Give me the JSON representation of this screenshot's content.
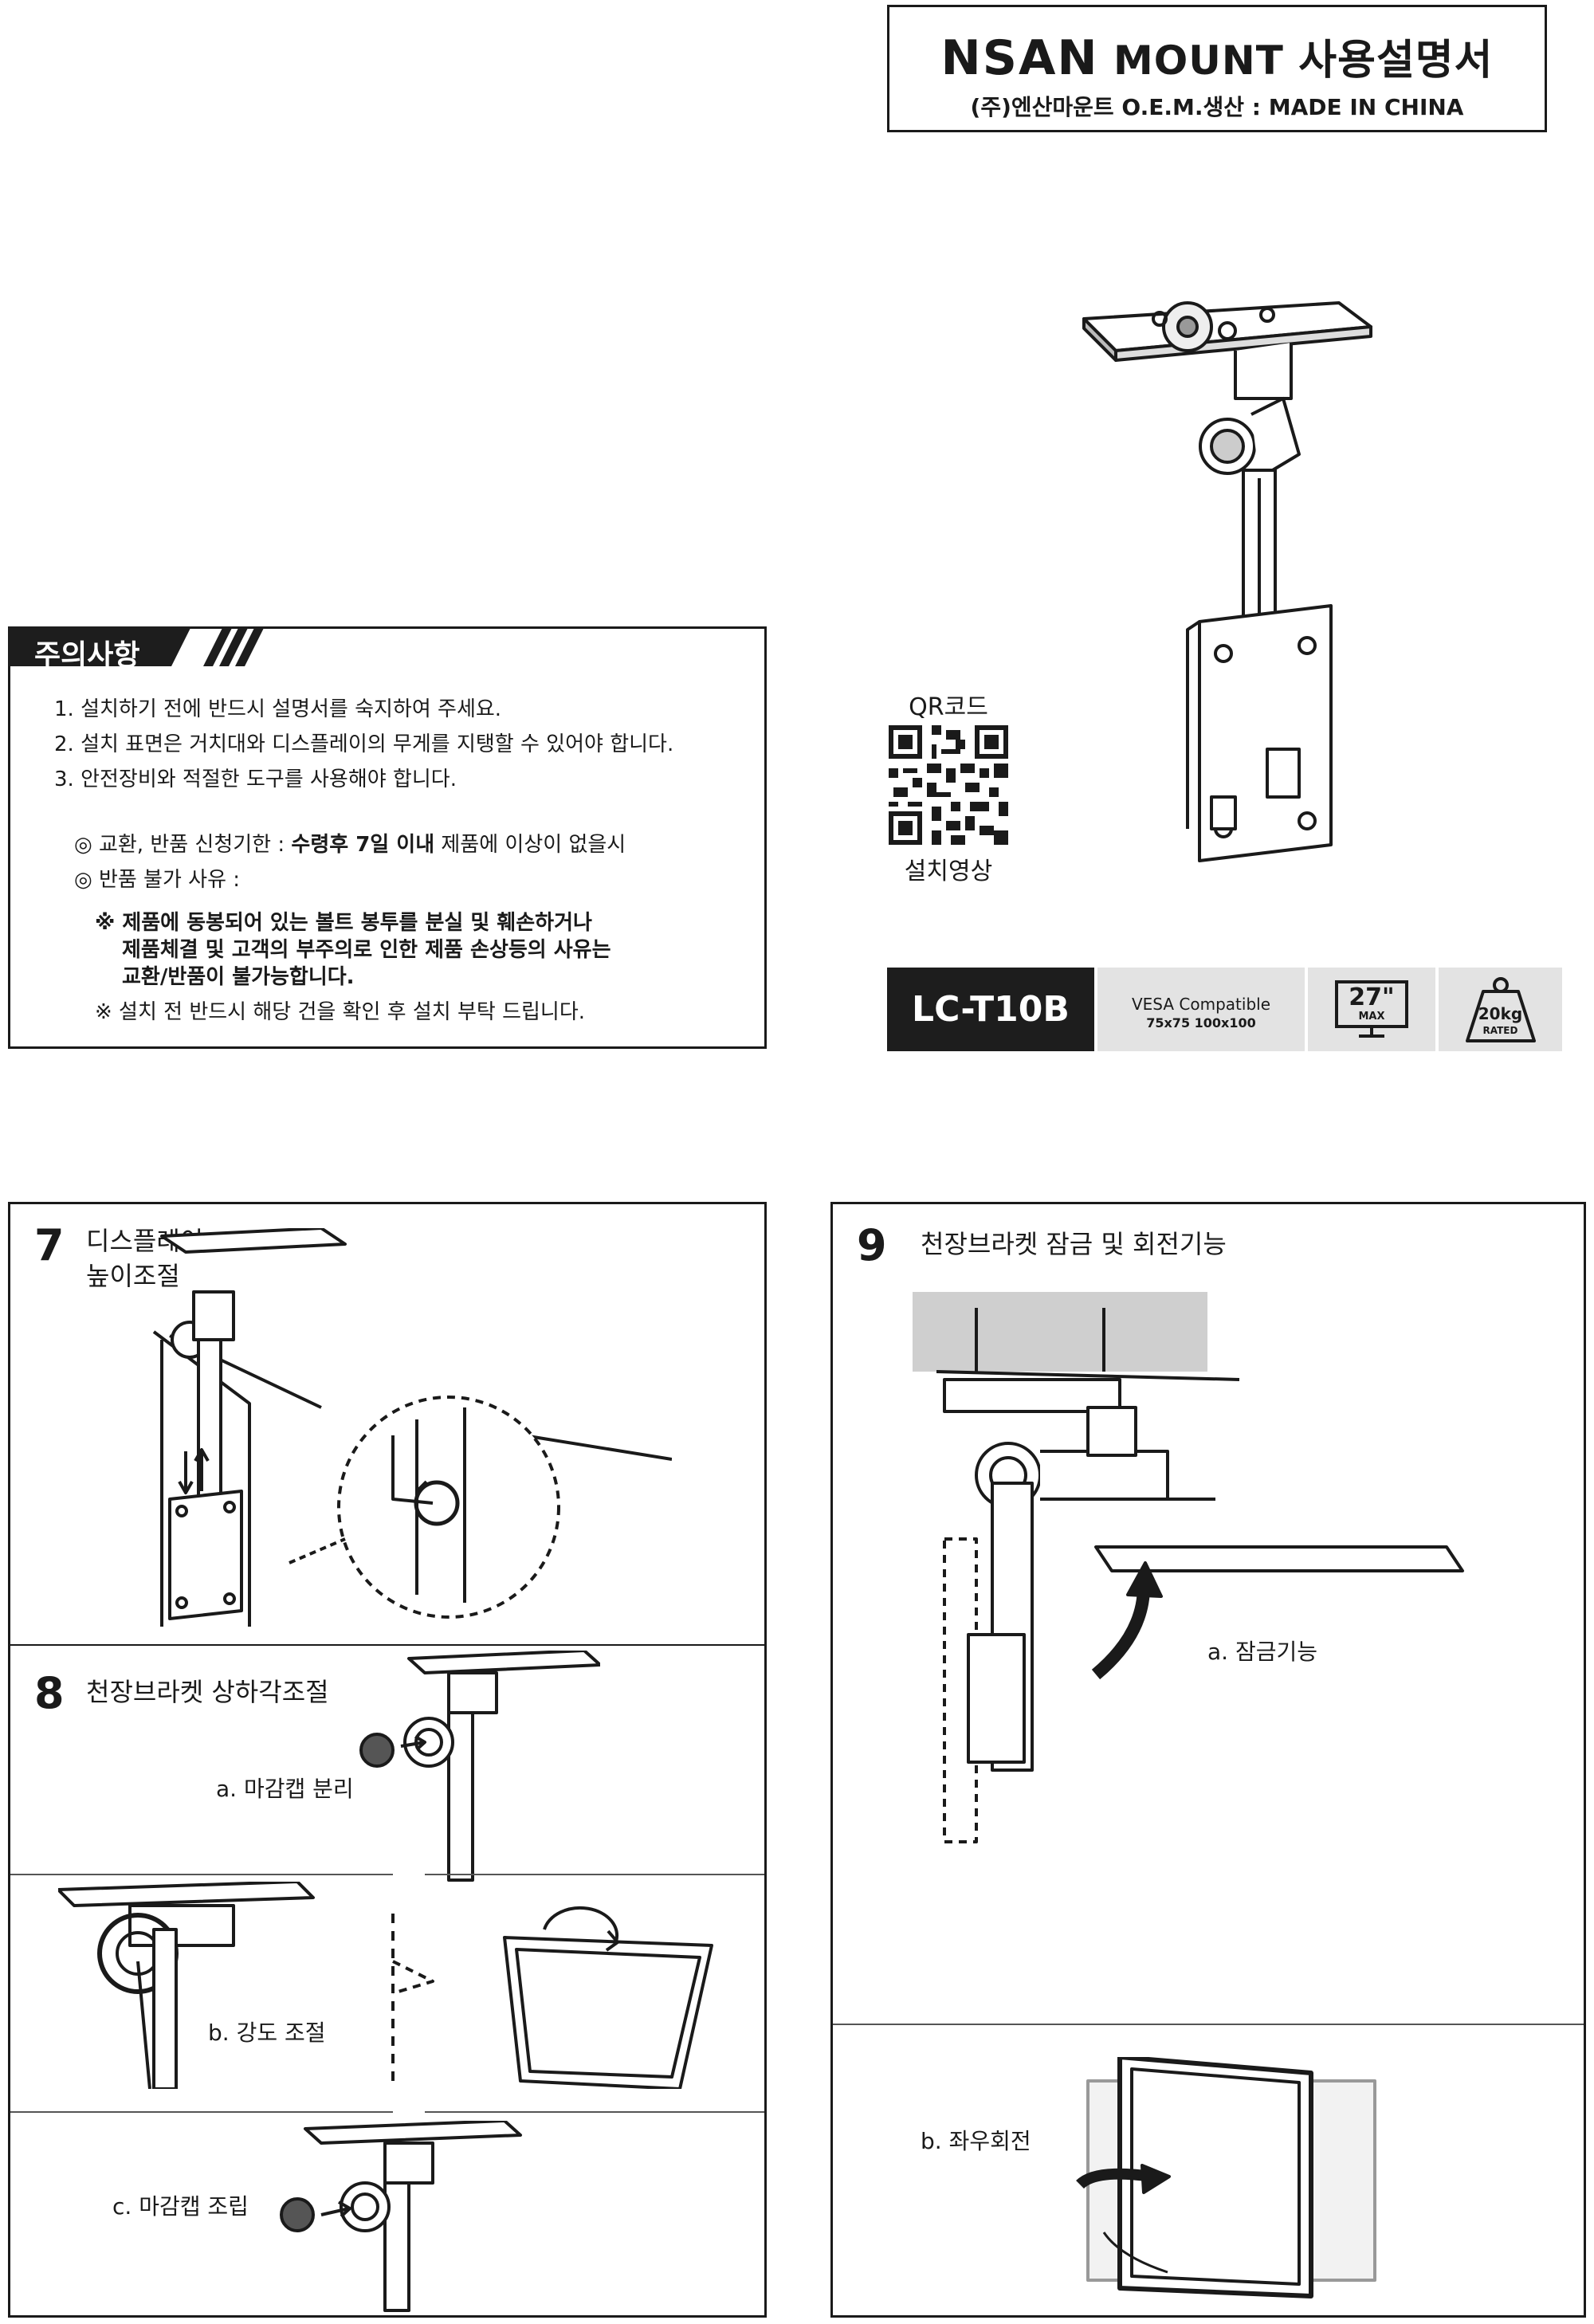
{
  "header": {
    "brand_logo": "NSAN",
    "brand_word": "MOUNT",
    "manual_title": "사용설명서",
    "maker_line": "(주)엔산마운트 O.E.M.생산 : MADE IN CHINA"
  },
  "caution": {
    "title": "주의사항",
    "items": [
      "1. 설치하기 전에 반드시 설명서를 숙지하여 주세요.",
      "2. 설치 표면은 거치대와 디스플레이의 무게를 지탱할 수 있어야 합니다.",
      "3. 안전장비와 적절한 도구를 사용해야 합니다."
    ],
    "return_prefix": "◎ 교환, 반품 신청기한 : ",
    "return_bold": "수령후 7일 이내",
    "return_suffix": " 제품에 이상이 없을시",
    "no_return_title": "◎ 반품 불가 사유 :",
    "note1_lines": [
      "※ 제품에 동봉되어 있는 볼트 봉투를 분실 및 훼손하거나",
      "제품체결 및 고객의 부주의로 인한 제품 손상등의 사유는",
      "교환/반품이 불가능합니다."
    ],
    "note2": "※ 설치 전 반드시 해당 건을 확인 후 설치 부탁 드립니다."
  },
  "qr": {
    "title": "QR코드",
    "caption": "설치영상"
  },
  "spec": {
    "model": "LC-T10B",
    "vesa_label": "VESA Compatible",
    "vesa_sizes": "75x75 100x100",
    "max_size": "27\"",
    "max_label": "MAX",
    "weight": "20kg",
    "weight_label": "RATED"
  },
  "steps": {
    "step7": {
      "number": "7",
      "title_lines": [
        "디스플레이",
        "높이조절"
      ]
    },
    "step8": {
      "number": "8",
      "title": "천장브라켓 상하각조절",
      "a": "a. 마감캡 분리",
      "b": "b. 강도 조절",
      "c": "c. 마감캡 조립"
    },
    "step9": {
      "number": "9",
      "title": "천장브라켓 잠금 및 회전기능",
      "a": "a. 잠금기능",
      "b": "b. 좌우회전"
    }
  },
  "colors": {
    "ink": "#1a1a1a",
    "panel_gray": "#e3e3e3",
    "dark_label": "#1d1d1d",
    "ceiling_gray": "#cfcfcf"
  }
}
